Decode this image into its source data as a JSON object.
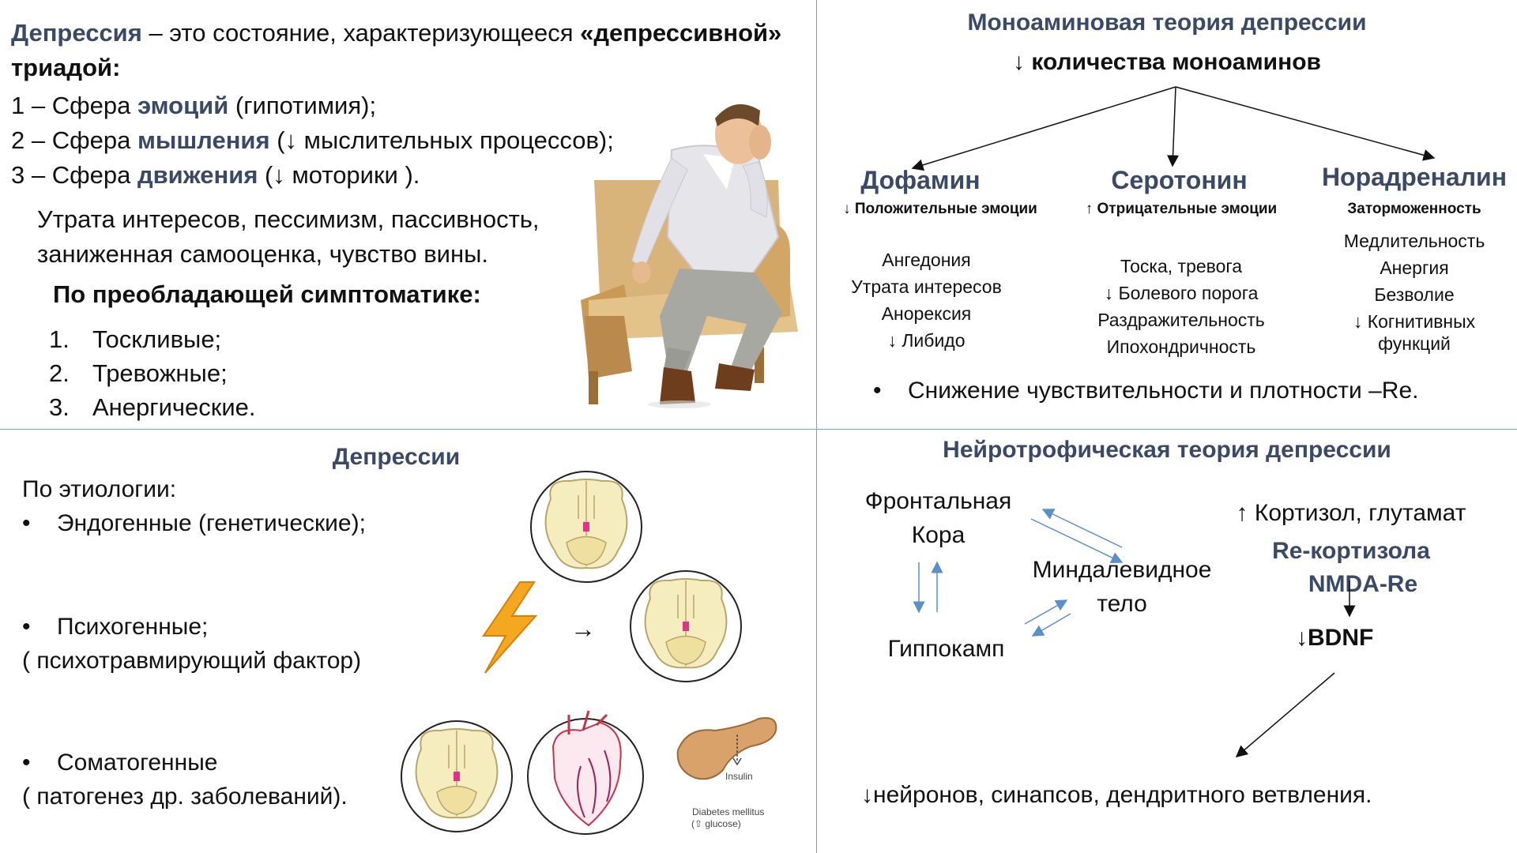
{
  "q1": {
    "definition": {
      "term": "Депрессия",
      "dash_text": " – это состояние, характеризующееся ",
      "triad_phrase": "«депрессивной» триадой:"
    },
    "triad": [
      {
        "prefix": "1 – Сфера ",
        "key": "эмоций",
        "suffix": " (гипотимия);"
      },
      {
        "prefix": "2 – Сфера ",
        "key": "мышления",
        "suffix": " (↓ мыслительных  процессов);"
      },
      {
        "prefix": "3 – Сфера ",
        "key": "движения",
        "suffix": " (↓ моторики )."
      }
    ],
    "extra": "Утрата интересов, пессимизм, пассивность, заниженная самооценка, чувство вины.",
    "subtitle": "По преобладающей симптоматике:",
    "types": [
      {
        "num": "1.",
        "label": "Тоскливые;"
      },
      {
        "num": "2.",
        "label": "Тревожные;"
      },
      {
        "num": "3.",
        "label": "Анергические."
      }
    ]
  },
  "q2": {
    "title": "Моноаминовая теория депрессии",
    "subtitle": "↓ количества моноаминов",
    "columns": [
      {
        "name": "Дофамин",
        "effect": "↓ Положительные эмоции",
        "items": [
          "Ангедония",
          "Утрата интересов",
          "Анорексия",
          "↓ Либидо"
        ]
      },
      {
        "name": "Серотонин",
        "effect": "↑ Отрицательные эмоции",
        "items": [
          "Тоска, тревога",
          "↓ Болевого порога",
          "Раздражительность",
          "Ипохондричность"
        ]
      },
      {
        "name": "Норадреналин",
        "effect": "Заторможенность",
        "items": [
          "Медлительность",
          "Анергия",
          "Безволие",
          "↓ Когнитивных",
          "функций"
        ]
      }
    ],
    "bullet": "Снижение чувствительности и плотности –Re."
  },
  "q3": {
    "title": "Депрессии",
    "etiology_label": "По этиологии:",
    "endogenous": "Эндогенные (генетические);",
    "psychogenic": "Психогенные;",
    "psychogenic_note": "( психотравмирующий фактор)",
    "somatogenic": "Соматогенные",
    "somatogenic_note": "( патогенез др. заболеваний).",
    "arrow": "→",
    "insulin_label": "Insulin",
    "diabetes_label": "Diabetes mellitus",
    "glucose_label": "(⇧ glucose)"
  },
  "q4": {
    "title": "Нейротрофическая теория депрессии",
    "frontal": [
      "Фронтальная",
      "Кора"
    ],
    "amygdala": [
      "Миндалевидное",
      "тело"
    ],
    "hippocampus": "Гиппокамп",
    "cortisol": "↑ Кортизол, глутамат",
    "re_cortisol": "Re-кортизола",
    "nmda": "NMDA-Re",
    "bdnf": "↓BDNF",
    "bottom": "↓нейронов, синапсов, дендритного ветвления."
  },
  "colors": {
    "accent": "#3a4a66",
    "divider": "#6aa6d8",
    "brain_fill": "#f6edbf",
    "heart_red": "#c8324a",
    "lightning": "#f3a81f"
  }
}
